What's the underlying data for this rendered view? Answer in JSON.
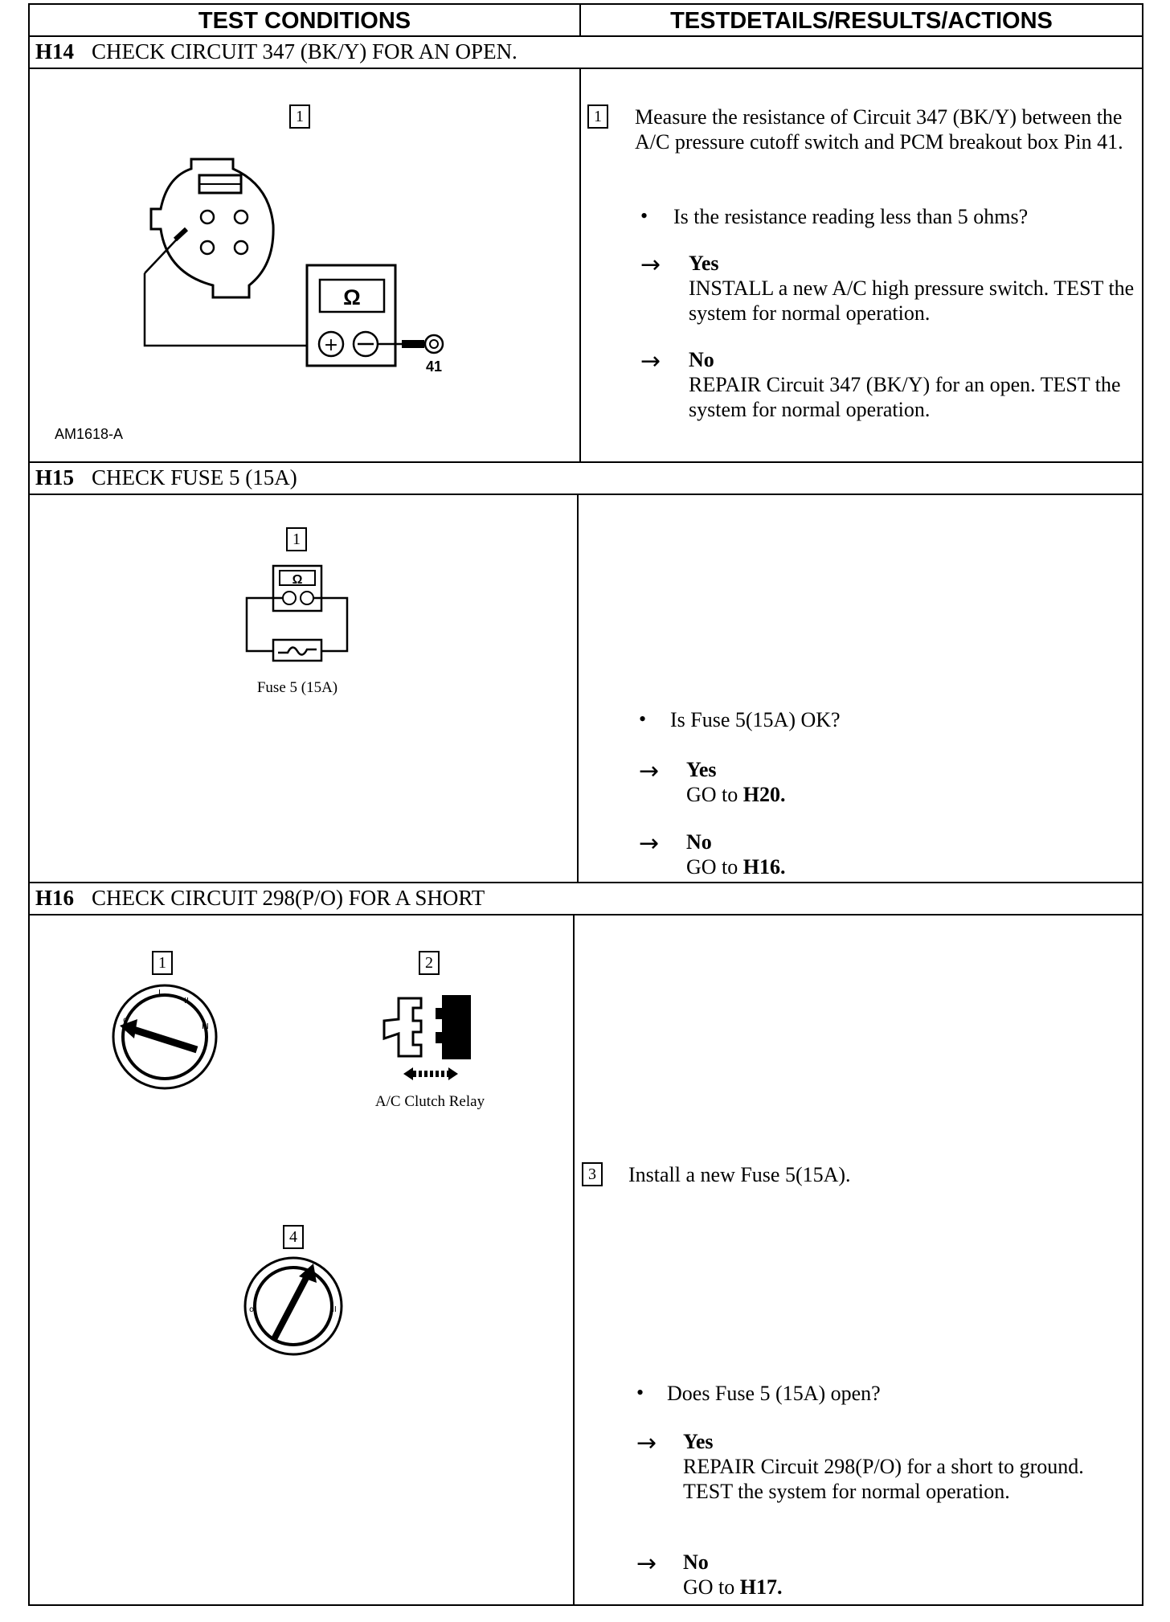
{
  "header": {
    "left": "TEST CONDITIONS",
    "right": "TESTDETAILS/RESULTS/ACTIONS"
  },
  "sections": {
    "h14": {
      "code": "H14",
      "title": "CHECK CIRCUIT 347 (BK/Y) FOR AN OPEN.",
      "fig_step": "1",
      "pin_label": "41",
      "ohm_symbol": "Ω",
      "fig_id": "AM1618-A",
      "step_num": "1",
      "instruction": "Measure the resistance of Circuit 347 (BK/Y) between the A/C pressure cutoff switch and PCM breakout box Pin 41.",
      "question": "Is the resistance reading less than 5 ohms?",
      "yes_label": "Yes",
      "yes_text": "INSTALL a new A/C high pressure switch. TEST the system for normal operation.",
      "no_label": "No",
      "no_text": "REPAIR Circuit 347 (BK/Y) for an open. TEST the system for normal operation."
    },
    "h15": {
      "code": "H15",
      "title": "CHECK FUSE 5 (15A)",
      "fig_step": "1",
      "ohm_symbol": "Ω",
      "fig_caption": "Fuse 5 (15A)",
      "question": "Is Fuse 5(15A) OK?",
      "yes_label": "Yes",
      "yes_text_pre": "GO to ",
      "yes_target": "H20.",
      "no_label": "No",
      "no_text_pre": "GO to ",
      "no_target": "H16."
    },
    "h16": {
      "code": "H16",
      "title": "CHECK CIRCUIT 298(P/O) FOR A SHORT",
      "fig1_step": "1",
      "fig2_step": "2",
      "fig2_caption": "A/C Clutch Relay",
      "fig4_step": "4",
      "step3_num": "3",
      "step3_text": "Install a new Fuse 5(15A).",
      "question": "Does Fuse 5 (15A) open?",
      "yes_label": "Yes",
      "yes_text": "REPAIR Circuit 298(P/O) for a short to ground. TEST the system for normal operation.",
      "no_label": "No",
      "no_text_pre": "GO to ",
      "no_target": "H17."
    }
  }
}
